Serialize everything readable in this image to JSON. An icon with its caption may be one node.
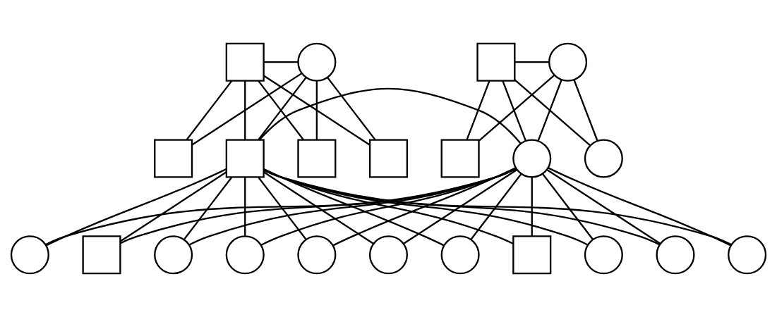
{
  "diagram": {
    "nodes": [
      {
        "text": [],
        "shape": "box"
      },
      {
        "text": [],
        "shape": "circle"
      },
      {
        "text": [],
        "shape": "box"
      },
      {
        "text": [],
        "shape": "circle"
      },
      {
        "text": [],
        "shape": "box"
      },
      {
        "text": [],
        "shape": "box"
      },
      {
        "text": [],
        "shape": "box"
      },
      {
        "text": [],
        "shape": "box"
      },
      {
        "text": [],
        "shape": "circle"
      },
      {
        "text": [],
        "shape": "circle"
      },
      {
        "text": [],
        "shape": "box"
      },
      {
        "text": [],
        "shape": "circle"
      },
      {
        "text": [],
        "shape": "circle"
      },
      {
        "text": [],
        "shape": "box"
      },
      {
        "text": [],
        "shape": "circle"
      },
      {
        "text": [],
        "shape": "circle"
      },
      {
        "text": [],
        "shape": "circle"
      },
      {
        "text": [],
        "shape": "circle"
      },
      {
        "text": [],
        "shape": "box"
      },
      {
        "text": [],
        "shape": "circle"
      },
      {
        "text": [],
        "shape": "circle"
      },
      {
        "text": [],
        "shape": "circle"
      }
    ],
    "edges": [
      {
        "from": 0,
        "to": 1,
        "arrow": "none"
      },
      {
        "from": 2,
        "to": 3,
        "arrow": "none"
      },
      {
        "from": 0,
        "to": 4,
        "arrow": "none"
      },
      {
        "from": 1,
        "to": 4,
        "arrow": "none"
      },
      {
        "from": 0,
        "to": 5,
        "arrow": "none"
      },
      {
        "from": 1,
        "to": 5,
        "arrow": "none"
      },
      {
        "from": 0,
        "to": 6,
        "arrow": "none"
      },
      {
        "from": 1,
        "to": 6,
        "arrow": "none"
      },
      {
        "from": 0,
        "to": 7,
        "arrow": "none"
      },
      {
        "from": 1,
        "to": 7,
        "arrow": "none"
      },
      {
        "from": 2,
        "to": 8,
        "arrow": "none"
      },
      {
        "from": 3,
        "to": 8,
        "arrow": "none"
      },
      {
        "from": 2,
        "to": 9,
        "arrow": "none"
      },
      {
        "from": 3,
        "to": 9,
        "arrow": "none"
      },
      {
        "from": 2,
        "to": 10,
        "arrow": "none"
      },
      {
        "from": 3,
        "to": 10,
        "arrow": "none"
      },
      {
        "from": 5,
        "to": 9,
        "arrow": "none"
      },
      {
        "from": 5,
        "to": 11,
        "arrow": "none"
      },
      {
        "from": 9,
        "to": 11,
        "arrow": "none"
      },
      {
        "from": 5,
        "to": 12,
        "arrow": "none"
      },
      {
        "from": 9,
        "to": 12,
        "arrow": "none"
      },
      {
        "from": 5,
        "to": 13,
        "arrow": "none"
      },
      {
        "from": 9,
        "to": 13,
        "arrow": "none"
      },
      {
        "from": 5,
        "to": 14,
        "arrow": "none"
      },
      {
        "from": 9,
        "to": 14,
        "arrow": "none"
      },
      {
        "from": 5,
        "to": 15,
        "arrow": "none"
      },
      {
        "from": 9,
        "to": 15,
        "arrow": "none"
      },
      {
        "from": 5,
        "to": 16,
        "arrow": "none"
      },
      {
        "from": 9,
        "to": 16,
        "arrow": "none"
      },
      {
        "from": 5,
        "to": 17,
        "arrow": "none"
      },
      {
        "from": 9,
        "to": 17,
        "arrow": "none"
      },
      {
        "from": 5,
        "to": 18,
        "arrow": "none"
      },
      {
        "from": 9,
        "to": 18,
        "arrow": "none"
      },
      {
        "from": 5,
        "to": 19,
        "arrow": "none"
      },
      {
        "from": 9,
        "to": 19,
        "arrow": "none"
      },
      {
        "from": 5,
        "to": 20,
        "arrow": "none"
      },
      {
        "from": 9,
        "to": 20,
        "arrow": "none"
      },
      {
        "from": 5,
        "to": 21,
        "arrow": "none"
      },
      {
        "from": 9,
        "to": 21,
        "arrow": "none"
      }
    ]
  }
}
